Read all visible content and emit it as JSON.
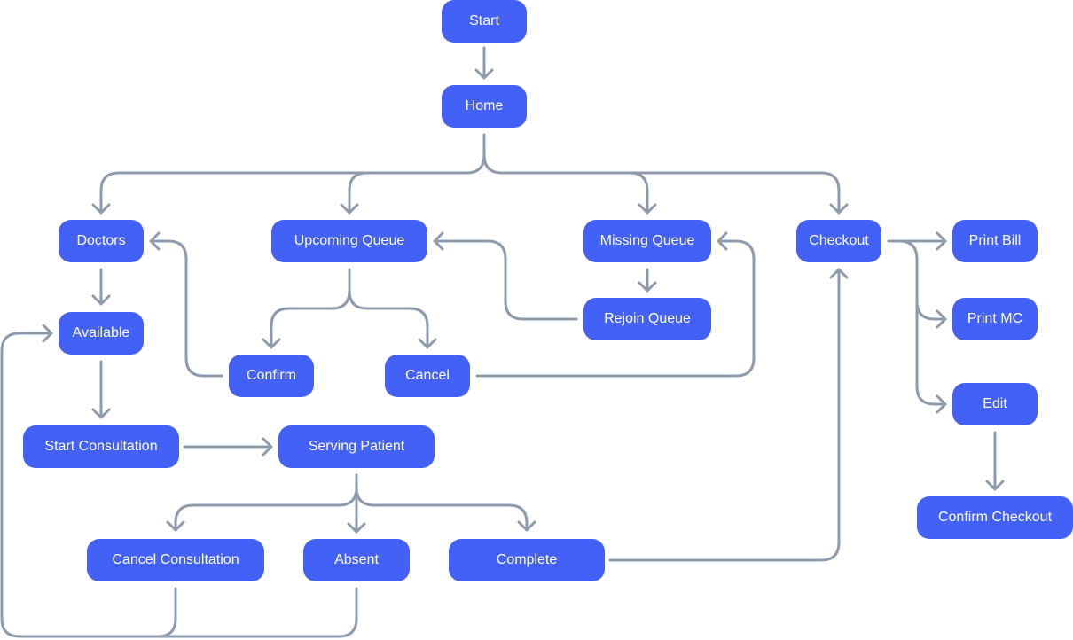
{
  "diagram": {
    "edge_color": "#8e9bad",
    "node_color": "#4361f6",
    "nodes": {
      "start": "Start",
      "home": "Home",
      "doctors": "Doctors",
      "upcoming_queue": "Upcoming Queue",
      "missing_queue": "Missing Queue",
      "checkout": "Checkout",
      "print_bill": "Print Bill",
      "available": "Available",
      "rejoin_queue": "Rejoin Queue",
      "print_mc": "Print MC",
      "confirm": "Confirm",
      "cancel": "Cancel",
      "edit": "Edit",
      "start_consultation": "Start Consultation",
      "serving_patient": "Serving Patient",
      "confirm_checkout": "Confirm Checkout",
      "cancel_consultation": "Cancel Consultation",
      "absent": "Absent",
      "complete": "Complete"
    },
    "edges": [
      {
        "from": "start",
        "to": "home"
      },
      {
        "from": "home",
        "to": "doctors"
      },
      {
        "from": "home",
        "to": "upcoming_queue"
      },
      {
        "from": "home",
        "to": "missing_queue"
      },
      {
        "from": "home",
        "to": "checkout"
      },
      {
        "from": "doctors",
        "to": "available"
      },
      {
        "from": "available",
        "to": "start_consultation"
      },
      {
        "from": "start_consultation",
        "to": "serving_patient"
      },
      {
        "from": "serving_patient",
        "to": "cancel_consultation"
      },
      {
        "from": "serving_patient",
        "to": "absent"
      },
      {
        "from": "serving_patient",
        "to": "complete"
      },
      {
        "from": "cancel_consultation",
        "to": "available"
      },
      {
        "from": "absent",
        "to": "available"
      },
      {
        "from": "upcoming_queue",
        "to": "confirm"
      },
      {
        "from": "upcoming_queue",
        "to": "cancel"
      },
      {
        "from": "confirm",
        "to": "doctors"
      },
      {
        "from": "cancel",
        "to": "missing_queue"
      },
      {
        "from": "missing_queue",
        "to": "rejoin_queue"
      },
      {
        "from": "rejoin_queue",
        "to": "upcoming_queue"
      },
      {
        "from": "complete",
        "to": "checkout"
      },
      {
        "from": "checkout",
        "to": "print_bill"
      },
      {
        "from": "checkout",
        "to": "print_mc"
      },
      {
        "from": "checkout",
        "to": "edit"
      },
      {
        "from": "edit",
        "to": "confirm_checkout"
      }
    ]
  }
}
